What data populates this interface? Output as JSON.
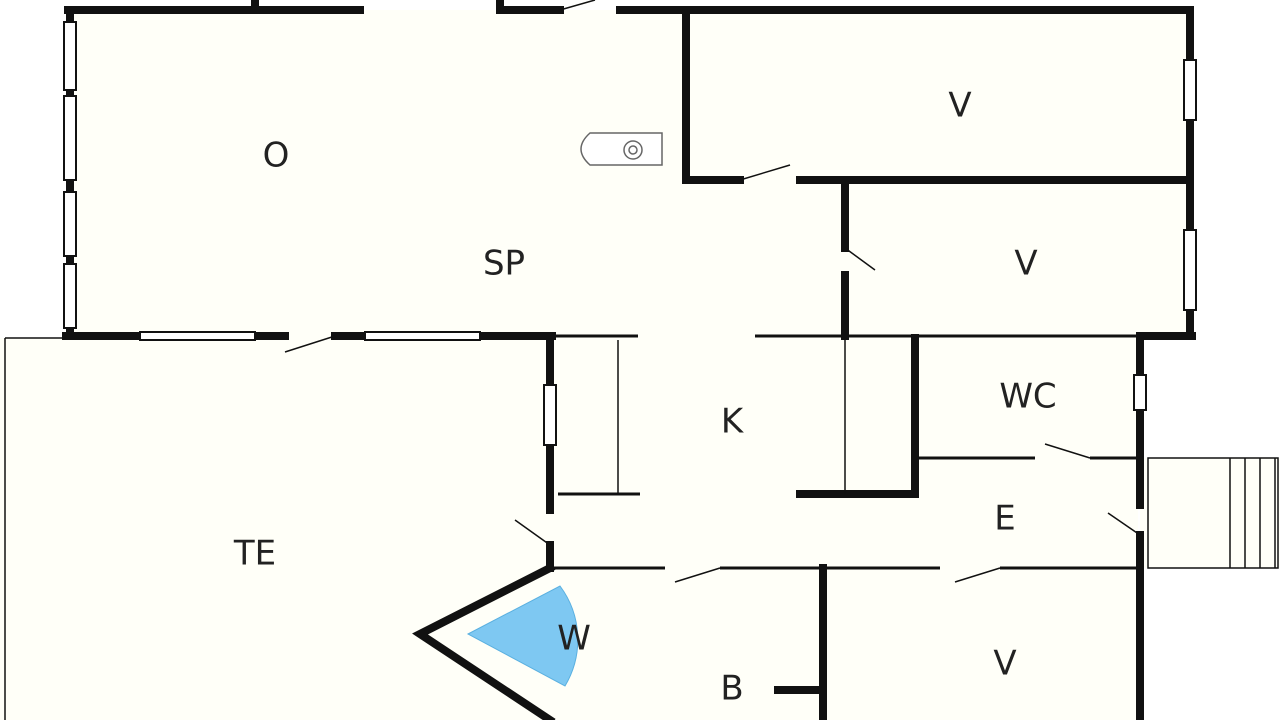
{
  "rooms": {
    "o": "O",
    "sp": "SP",
    "v1": "V",
    "v2": "V",
    "k": "K",
    "wc": "WC",
    "e": "E",
    "te": "TE",
    "w": "W",
    "b": "B",
    "v3": "V"
  },
  "colors": {
    "floor": "#fffff8",
    "wall": "#111111",
    "whirlpool": "#7ec8f2"
  },
  "icons": {
    "toilet": "toilet-icon",
    "whirlpool": "whirlpool-icon",
    "stairs": "stairs-icon"
  }
}
